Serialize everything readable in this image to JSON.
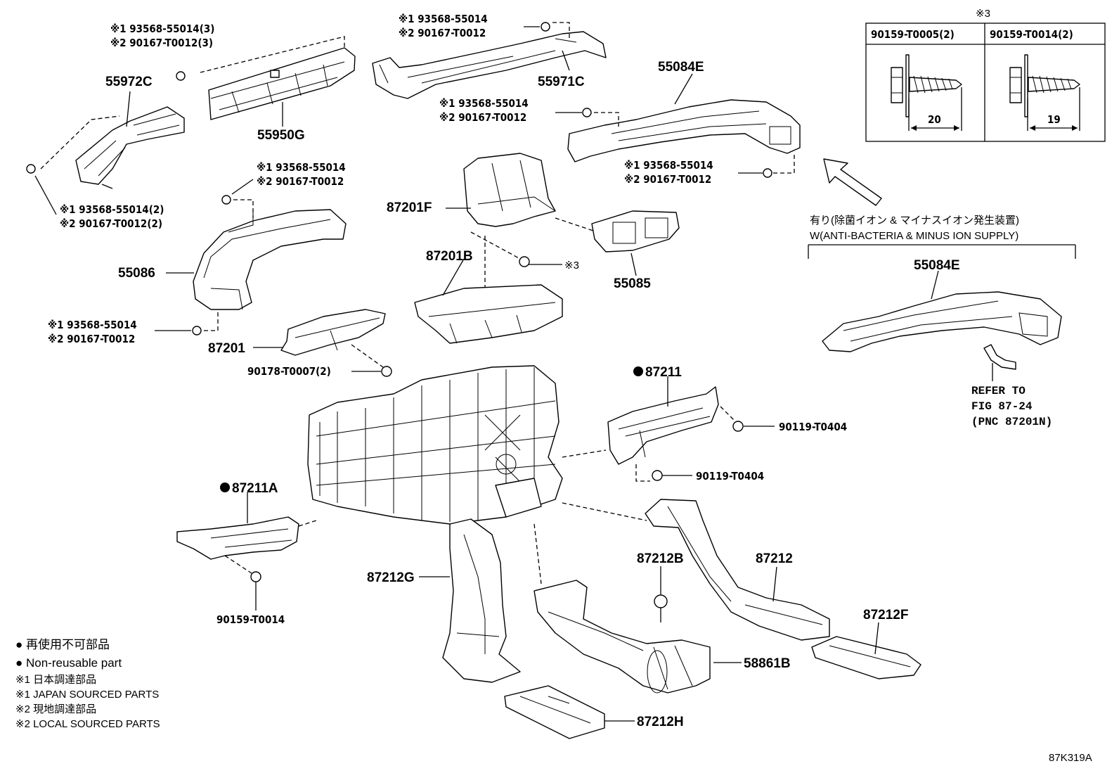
{
  "diagram_code": "87K319A",
  "parts": {
    "p55972C": "55972C",
    "p55950G": "55950G",
    "p55971C": "55971C",
    "p55084E_top": "55084E",
    "p55086": "55086",
    "p87201F": "87201F",
    "p87201B": "87201B",
    "p55085": "55085",
    "p87201": "87201",
    "p87211": "87211",
    "p87211A": "87211A",
    "p87212G": "87212G",
    "p87212B": "87212B",
    "p87212": "87212",
    "p87212F": "87212F",
    "p58861B": "58861B",
    "p87212H": "87212H",
    "p55084E_right": "55084E"
  },
  "fasteners": {
    "f1a": "※1 93568-55014(3)",
    "f1b": "※2 90167-T0012(3)",
    "f2a": "※1 93568-55014",
    "f2b": "※2 90167-T0012",
    "f3a": "※1 93568-55014",
    "f3b": "※2 90167-T0012",
    "f4a": "※1 93568-55014",
    "f4b": "※2 90167-T0012",
    "f5a": "※1 93568-55014",
    "f5b": "※2 90167-T0012",
    "f6a": "※1 93568-55014(2)",
    "f6b": "※2 90167-T0012(2)",
    "f7a": "※1 93568-55014",
    "f7b": "※2 90167-T0012",
    "bolt1": "90178-T0007(2)",
    "bolt2": "90119-T0404",
    "bolt3": "90119-T0404",
    "bolt4": "90159-T0014",
    "mark3": "※3"
  },
  "screw_table": {
    "mark": "※3",
    "col1": "90159-T0005(2)",
    "col2": "90159-T0014(2)",
    "len1": "20",
    "len2": "19"
  },
  "option": {
    "jp": "有り(除菌イオン & マイナスイオン発生装置)",
    "en": "W(ANTI-BACTERIA & MINUS ION SUPPLY)",
    "ref1": "REFER TO",
    "ref2": "FIG 87-24",
    "ref3": "(PNC 87201N)"
  },
  "legend": {
    "l1": "● 再使用不可部品",
    "l2": "● Non-reusable part",
    "l3": "※1 日本調達部品",
    "l4": "※1 JAPAN SOURCED PARTS",
    "l5": "※2 現地調達部品",
    "l6": "※2 LOCAL SOURCED PARTS"
  }
}
